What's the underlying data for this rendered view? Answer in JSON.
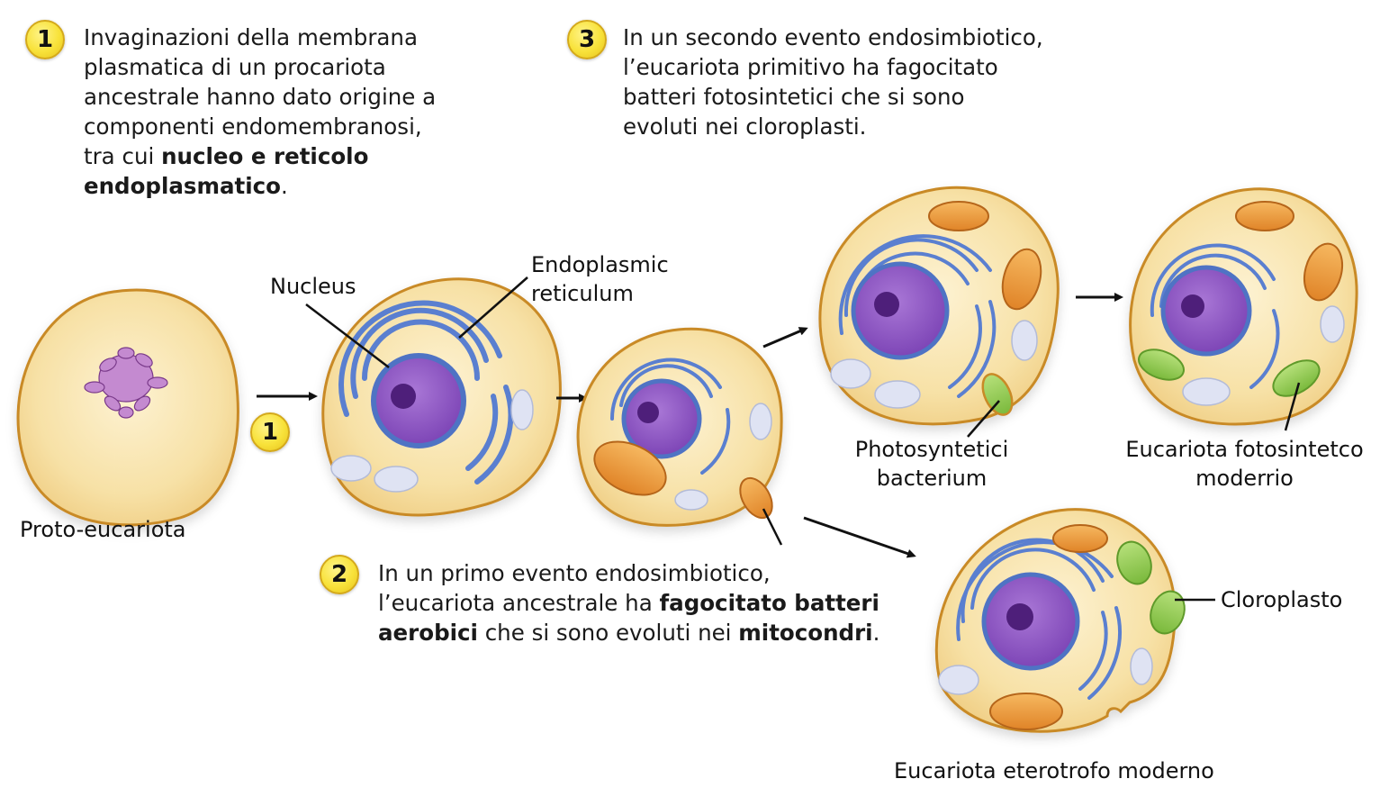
{
  "steps": [
    {
      "number": "1",
      "lines": [
        {
          "parts": [
            {
              "text": "Invaginazioni della membrana",
              "bold": false
            }
          ]
        },
        {
          "parts": [
            {
              "text": "plasmatica di un procariota",
              "bold": false
            }
          ]
        },
        {
          "parts": [
            {
              "text": "ancestrale hanno dato origine a",
              "bold": false
            }
          ]
        },
        {
          "parts": [
            {
              "text": "componenti endomembranosi,",
              "bold": false
            }
          ]
        },
        {
          "parts": [
            {
              "text": "tra cui ",
              "bold": false
            },
            {
              "text": "nucleo e reticolo",
              "bold": true
            }
          ]
        },
        {
          "parts": [
            {
              "text": "endoplasmatico",
              "bold": true
            },
            {
              "text": ".",
              "bold": false
            }
          ]
        }
      ]
    },
    {
      "number": "2",
      "lines": [
        {
          "parts": [
            {
              "text": "In un primo evento endosimbiotico,",
              "bold": false
            }
          ]
        },
        {
          "parts": [
            {
              "text": "l’eucariota ancestrale ha ",
              "bold": false
            },
            {
              "text": "fagocitato batteri",
              "bold": true
            }
          ]
        },
        {
          "parts": [
            {
              "text": "aerobici",
              "bold": true
            },
            {
              "text": " che si sono evoluti nei ",
              "bold": false
            },
            {
              "text": "mitocondri",
              "bold": true
            },
            {
              "text": ".",
              "bold": false
            }
          ]
        }
      ]
    },
    {
      "number": "3",
      "lines": [
        {
          "parts": [
            {
              "text": "In un secondo evento endosimbiotico,",
              "bold": false
            }
          ]
        },
        {
          "parts": [
            {
              "text": "l’eucariota primitivo ha fagocitato",
              "bold": false
            }
          ]
        },
        {
          "parts": [
            {
              "text": "batteri fotosintetici che si sono",
              "bold": false
            }
          ]
        },
        {
          "parts": [
            {
              "text": "evoluti nei cloroplasti.",
              "bold": false
            }
          ]
        }
      ]
    }
  ],
  "arrow_badge": "1",
  "labels": {
    "proto": "Proto-eucariota",
    "nucleus": "Nucleus",
    "er_line1": "Endoplasmic",
    "er_line2": "reticulum",
    "photo_bact_line1": "Photosyntetici",
    "photo_bact_line2": "bacterium",
    "modern_photo_line1": "Eucariota fotosintetco",
    "modern_photo_line2": "moderrio",
    "chloroplast": "Cloroplasto",
    "heterotroph": "Eucariota eterotrofo moderno"
  },
  "colors": {
    "badge": "#f8e23a",
    "cytoplasm": "#f6dfa4",
    "membrane": "#c98a26",
    "nucleus": "#8a4fc0",
    "er": "#5a7fd0",
    "mitochondrion": "#e8922e",
    "chloroplast": "#8cc84b",
    "vacuole": "#dfe3f3",
    "chromatin": "#b06ab8"
  }
}
